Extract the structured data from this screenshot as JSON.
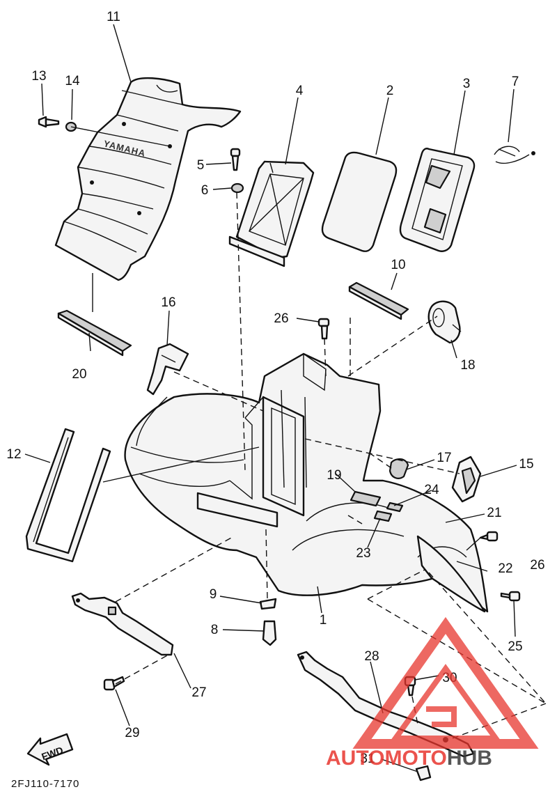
{
  "diagram": {
    "drawing_code": "2FJ110-7170",
    "brand_lettering": "YAMAHA",
    "forward_marker": "FWD",
    "callouts": [
      {
        "key": "c1",
        "label": "1"
      },
      {
        "key": "c2",
        "label": "2"
      },
      {
        "key": "c3",
        "label": "3"
      },
      {
        "key": "c4",
        "label": "4"
      },
      {
        "key": "c5",
        "label": "5"
      },
      {
        "key": "c6",
        "label": "6"
      },
      {
        "key": "c7",
        "label": "7"
      },
      {
        "key": "c8",
        "label": "8"
      },
      {
        "key": "c9",
        "label": "9"
      },
      {
        "key": "c10",
        "label": "10"
      },
      {
        "key": "c11",
        "label": "11"
      },
      {
        "key": "c12",
        "label": "12"
      },
      {
        "key": "c13",
        "label": "13"
      },
      {
        "key": "c14",
        "label": "14"
      },
      {
        "key": "c15",
        "label": "15"
      },
      {
        "key": "c16",
        "label": "16"
      },
      {
        "key": "c17",
        "label": "17"
      },
      {
        "key": "c18",
        "label": "18"
      },
      {
        "key": "c19",
        "label": "19"
      },
      {
        "key": "c20",
        "label": "20"
      },
      {
        "key": "c21",
        "label": "21"
      },
      {
        "key": "c22",
        "label": "22"
      },
      {
        "key": "c23",
        "label": "23"
      },
      {
        "key": "c24",
        "label": "24"
      },
      {
        "key": "c25",
        "label": "25"
      },
      {
        "key": "c26a",
        "label": "26"
      },
      {
        "key": "c26b",
        "label": "26"
      },
      {
        "key": "c27",
        "label": "27"
      },
      {
        "key": "c28",
        "label": "28"
      },
      {
        "key": "c29",
        "label": "29"
      },
      {
        "key": "c30",
        "label": "30"
      },
      {
        "key": "c31",
        "label": "31"
      }
    ]
  },
  "watermark": {
    "text_part1": "AUTOMOTO",
    "text_part2": "HUB",
    "color_accent": "#e8362e",
    "color_dark": "#3a3a3a"
  }
}
